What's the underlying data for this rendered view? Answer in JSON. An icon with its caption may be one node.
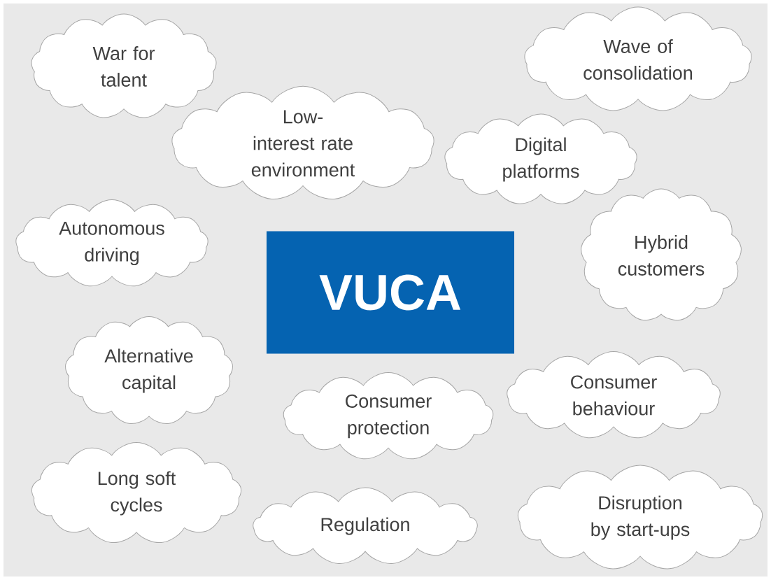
{
  "diagram": {
    "nodes": [
      {
        "text": [
          "War for talent"
        ]
      },
      {
        "text": [
          "Wave of consolidation"
        ]
      },
      {
        "text": [
          "Low-interest rate environment"
        ]
      },
      {
        "text": [
          "Digital platforms"
        ]
      },
      {
        "text": [
          "Autonomous driving"
        ]
      },
      {
        "text": [
          "VUCA"
        ]
      },
      {
        "text": [
          "Hybrid customers"
        ]
      },
      {
        "text": [
          "Alternative capital"
        ]
      },
      {
        "text": [
          "Consumer behaviour"
        ]
      },
      {
        "text": [
          "Consumer protection"
        ]
      },
      {
        "text": [
          "Long soft cycles"
        ]
      },
      {
        "text": [
          "Regulation"
        ]
      },
      {
        "text": [
          "Disruption by start-ups"
        ]
      }
    ]
  }
}
